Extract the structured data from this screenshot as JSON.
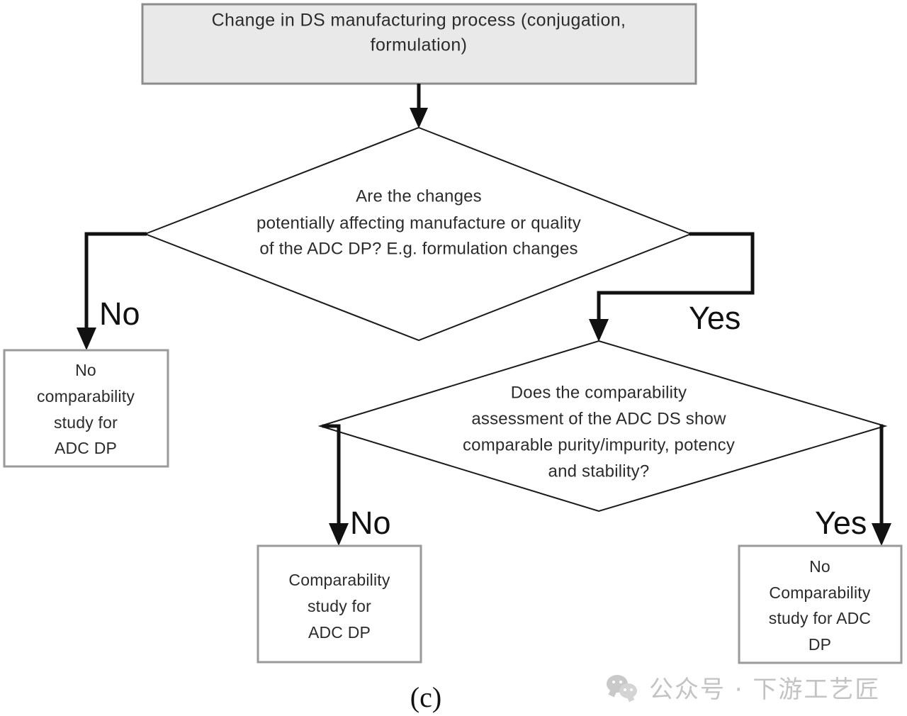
{
  "diagram": {
    "caption": "(c)",
    "type": "flowchart",
    "start": {
      "id": "start-node",
      "shape": "rectangle",
      "fill": "#e9e9e9",
      "lines": [
        "Change in DS manufacturing process (conjugation,",
        "formulation)"
      ]
    },
    "decision1": {
      "id": "decision-adc-dp-quality",
      "shape": "diamond",
      "lines": [
        "Are the changes",
        "potentially affecting manufacture or quality",
        "of the ADC DP? E.g. formulation changes"
      ]
    },
    "decision2": {
      "id": "decision-comparability-assessment",
      "shape": "diamond",
      "lines": [
        "Does the comparability",
        "assessment of the ADC DS show",
        "comparable purity/impurity, potency",
        "and stability?"
      ]
    },
    "outcome_left": {
      "id": "outcome-no-comparability-study",
      "shape": "rectangle",
      "lines": [
        "No",
        "comparability",
        "study for",
        "ADC DP"
      ]
    },
    "outcome_middle": {
      "id": "outcome-comparability-study",
      "shape": "rectangle",
      "lines": [
        "Comparability",
        "study for",
        "ADC DP"
      ]
    },
    "outcome_right": {
      "id": "outcome-no-comparability-study-right",
      "shape": "rectangle",
      "lines": [
        "No",
        "Comparability",
        "study for ADC",
        "DP"
      ]
    },
    "edges": [
      {
        "id": "edge-start-to-decision1",
        "label": "",
        "from": "start-node",
        "to": "decision-adc-dp-quality"
      },
      {
        "id": "edge-decision1-no",
        "label": "No",
        "from": "decision-adc-dp-quality",
        "to": "outcome-no-comparability-study"
      },
      {
        "id": "edge-decision1-yes",
        "label": "Yes",
        "from": "decision-adc-dp-quality",
        "to": "decision-comparability-assessment"
      },
      {
        "id": "edge-decision2-no",
        "label": "No",
        "from": "decision-comparability-assessment",
        "to": "outcome-comparability-study"
      },
      {
        "id": "edge-decision2-yes",
        "label": "Yes",
        "from": "decision-comparability-assessment",
        "to": "outcome-no-comparability-study-right"
      }
    ],
    "colors": {
      "box_fill": "#ffffff",
      "start_fill": "#e9e9e9",
      "box_border": "#9a9a9a",
      "diamond_border": "#1a1a1a",
      "connector": "#111111",
      "text": "#2b2b2b"
    }
  },
  "watermark": {
    "text": "公众号 · 下游工艺匠",
    "icon": "wechat-icon",
    "color": "#c3c3c3"
  }
}
